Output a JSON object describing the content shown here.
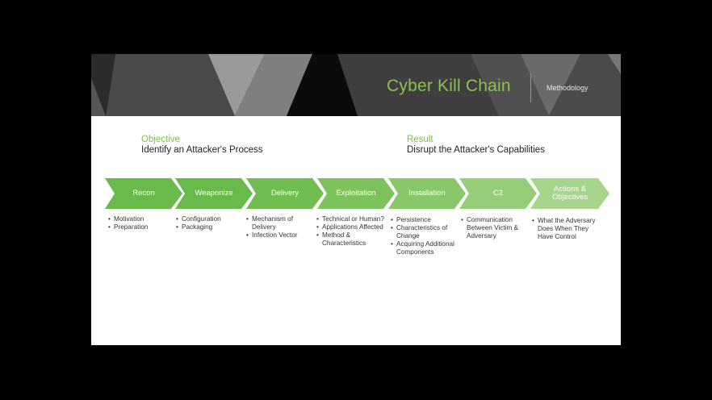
{
  "header": {
    "title": "Cyber Kill Chain",
    "subtitle": "Methodology"
  },
  "objective": {
    "label": "Objective",
    "text": "Identify an Attacker's Process"
  },
  "result": {
    "label": "Result",
    "text": "Disrupt the Attacker's Capabilities"
  },
  "colors": {
    "accent_green": "#8cc152",
    "stage_fills": [
      "#6ab94b",
      "#6ab94b",
      "#72bd52",
      "#7dc25d",
      "#89c868",
      "#96cd78",
      "#a6d68c"
    ]
  },
  "stages": [
    {
      "label": "Recon",
      "bullets": [
        "Motivation",
        "Preparation"
      ]
    },
    {
      "label": "Weaponize",
      "bullets": [
        "Configuration",
        "Packaging"
      ]
    },
    {
      "label": "Delivery",
      "bullets": [
        "Mechanism of Delivery",
        "Infection Vector"
      ]
    },
    {
      "label": "Exploitation",
      "bullets": [
        "Technical or Human?",
        "Applications Affected",
        "Method & Characteristics"
      ]
    },
    {
      "label": "Installation",
      "bullets": [
        "Persistence",
        "Characteristics of Change",
        "Acquiring Additional Components"
      ]
    },
    {
      "label": "C2",
      "bullets": [
        "Communication Between Victim & Adversary"
      ]
    },
    {
      "label": "Actions & Objectives",
      "bullets": [
        "What the Adversary Does When They Have Control"
      ]
    }
  ]
}
